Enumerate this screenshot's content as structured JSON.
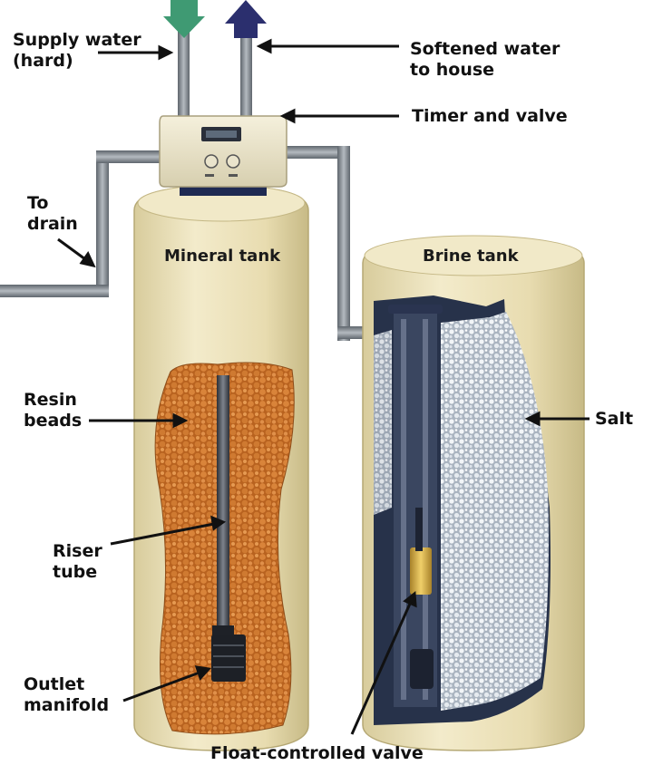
{
  "labels": {
    "supply_water": "Supply water\n(hard)",
    "softened_water": "Softened water\nto house",
    "timer_valve": "Timer and valve",
    "to_drain": "To\ndrain",
    "mineral_tank": "Mineral tank",
    "brine_tank": "Brine tank",
    "resin_beads": "Resin\nbeads",
    "salt": "Salt",
    "riser_tube": "Riser\ntube",
    "outlet_manifold": "Outlet\nmanifold",
    "float_valve": "Float-controlled valve"
  },
  "colors": {
    "tank": "#efe6c2",
    "tank_shadow": "#c9bd8f",
    "resin": "#c8732d",
    "salt": "#cfd8e2",
    "pipe": "#8d949b",
    "supply_arrow": "#3f9a73",
    "softened_arrow": "#2b2f6e",
    "tank_interior": "#27324a",
    "float": "#d9b14a"
  },
  "icons": {
    "supply_arrow": "down-arrow-icon",
    "softened_arrow": "up-arrow-icon"
  }
}
